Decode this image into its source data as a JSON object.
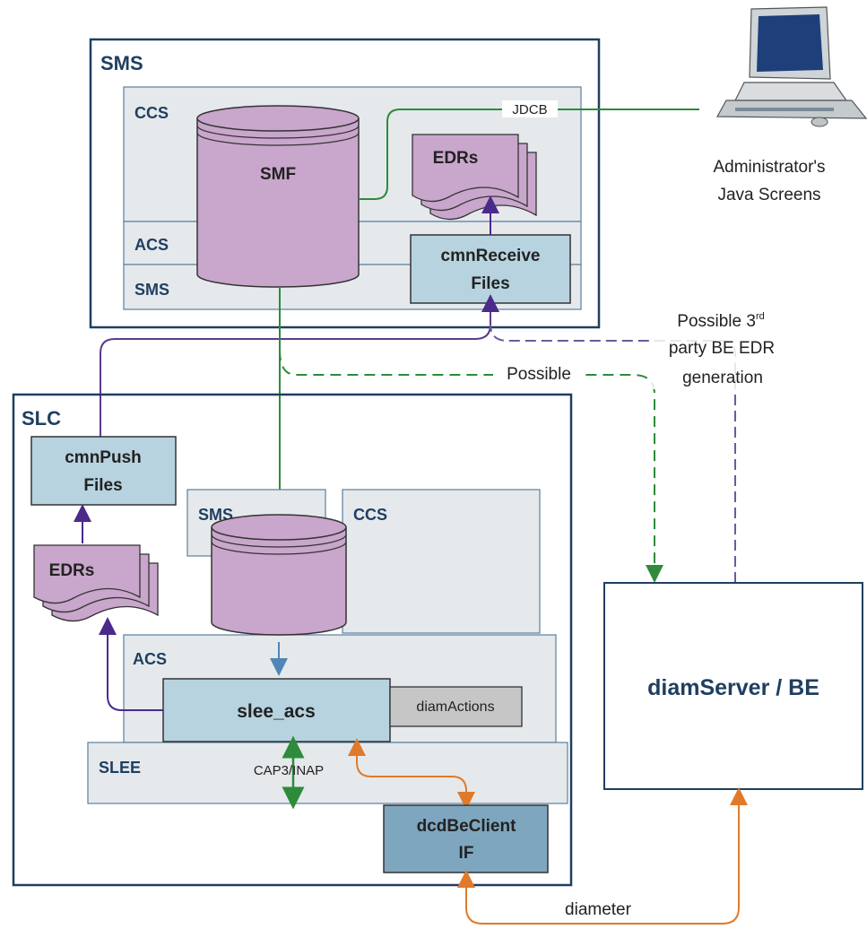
{
  "sms_block": {
    "title": "SMS",
    "ccs_label": "CCS",
    "acs_label": "ACS",
    "sms_label": "SMS",
    "database_label": "SMF",
    "edrs_label": "EDRs",
    "receive_files_line1": "cmnReceive",
    "receive_files_line2": "Files"
  },
  "admin": {
    "line1": "Administrator's",
    "line2": "Java Screens",
    "connection_label": "JDCB"
  },
  "slc_block": {
    "title": "SLC",
    "push_files_line1": "cmnPush",
    "push_files_line2": "Files",
    "edrs_label": "EDRs",
    "sms_label": "SMS",
    "ccs_label": "CCS",
    "acs_label": "ACS",
    "slee_label": "SLEE",
    "slee_acs_label": "slee_acs",
    "diam_actions_label": "diamActions",
    "cap3_label": "CAP3/INAP",
    "dcd_line1": "dcdBeClient",
    "dcd_line2": "IF"
  },
  "connections": {
    "possible_label": "Possible",
    "third_party_line1": "Possible 3",
    "third_party_sup": "rd",
    "third_party_line2": "party BE EDR",
    "third_party_line3": "generation",
    "diameter_label": "diameter"
  },
  "be_server": {
    "label": "diamServer / BE"
  },
  "colors": {
    "navy": "#1f3f60",
    "panel": "#e5e9ec",
    "cylinder": "#c9a6cb",
    "box_blue": "#b7d3e0",
    "green": "#2e8b3a",
    "purple": "#5b3a8c",
    "orange": "#e07a2a",
    "arrow_blue": "#4f86b7"
  }
}
